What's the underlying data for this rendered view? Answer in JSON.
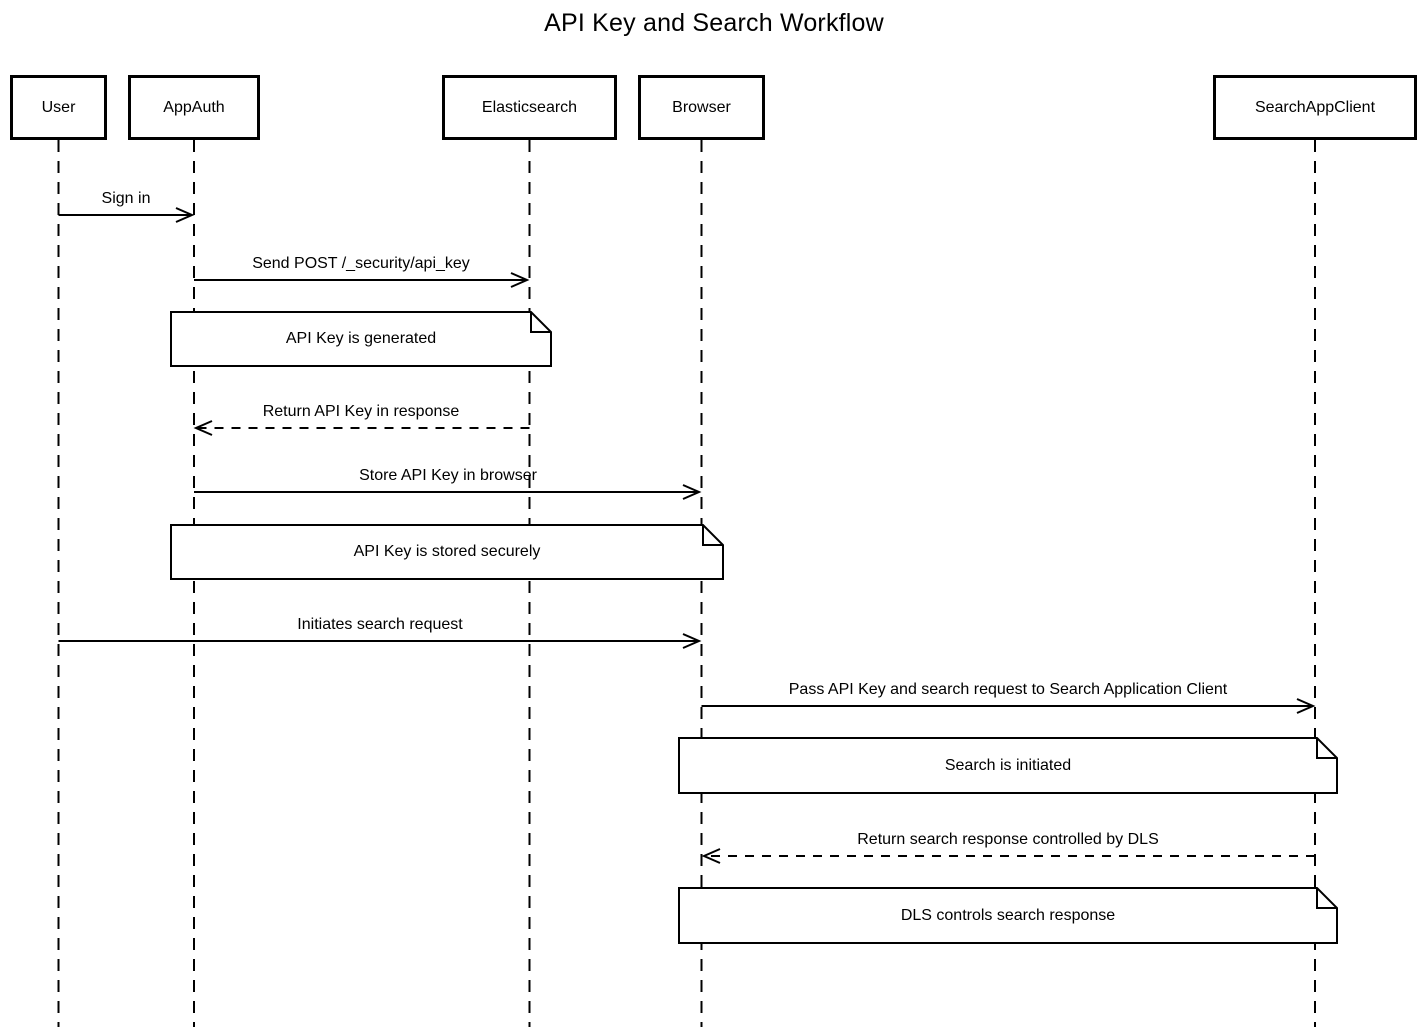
{
  "title": "API Key and Search Workflow",
  "diagram_type": "sequence-diagram",
  "actors": [
    {
      "id": "User",
      "label": "User"
    },
    {
      "id": "AppAuth",
      "label": "AppAuth"
    },
    {
      "id": "Elasticsearch",
      "label": "Elasticsearch"
    },
    {
      "id": "Browser",
      "label": "Browser"
    },
    {
      "id": "SearchAppClient",
      "label": "SearchAppClient"
    }
  ],
  "messages": [
    {
      "from": "User",
      "to": "AppAuth",
      "label": "Sign in",
      "line": "solid",
      "direction": "right"
    },
    {
      "from": "AppAuth",
      "to": "Elasticsearch",
      "label": "Send POST /_security/api_key",
      "line": "solid",
      "direction": "right"
    },
    {
      "from": "Elasticsearch",
      "to": "AppAuth",
      "label": "Return API Key in response",
      "line": "dashed",
      "direction": "left"
    },
    {
      "from": "AppAuth",
      "to": "Browser",
      "label": "Store API Key in browser",
      "line": "solid",
      "direction": "right"
    },
    {
      "from": "User",
      "to": "Browser",
      "label": "Initiates search request",
      "line": "solid",
      "direction": "right"
    },
    {
      "from": "Browser",
      "to": "SearchAppClient",
      "label": "Pass API Key and search request to Search Application Client",
      "line": "solid",
      "direction": "right"
    },
    {
      "from": "SearchAppClient",
      "to": "Browser",
      "label": "Return search response controlled by DLS",
      "line": "dashed",
      "direction": "left"
    }
  ],
  "notes": [
    {
      "over": "AppAuth,Elasticsearch",
      "text": "API Key is generated"
    },
    {
      "over": "AppAuth,Browser",
      "text": "API Key is stored securely"
    },
    {
      "over": "Browser,SearchAppClient",
      "text": "Search is initiated"
    },
    {
      "over": "Browser,SearchAppClient",
      "text": "DLS controls search response"
    }
  ],
  "colors": {
    "line": "#000000",
    "text": "#000000",
    "background": "#ffffff",
    "actor_fill": "#ffffff",
    "note_fill": "#ffffff"
  }
}
